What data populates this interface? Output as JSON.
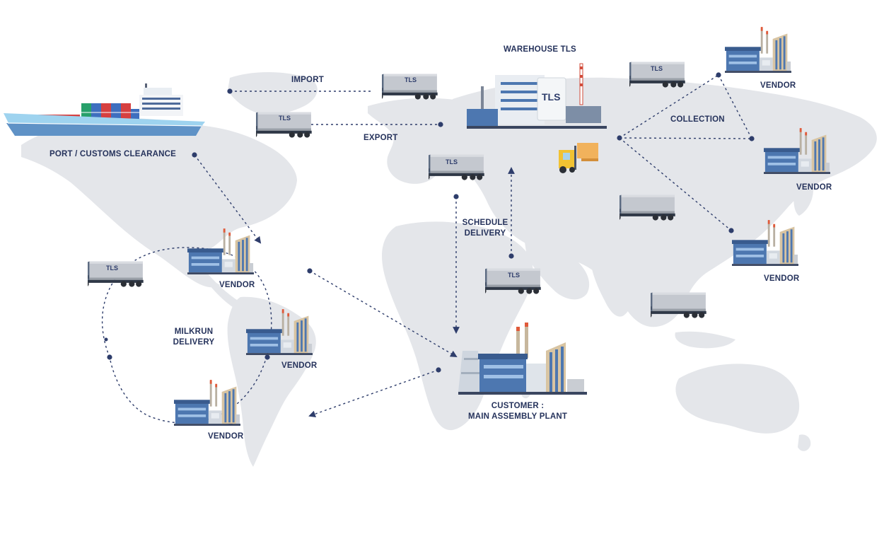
{
  "labels": {
    "port": "PORT / CUSTOMS CLEARANCE",
    "import": "IMPORT",
    "export": "EXPORT",
    "warehouse": "WAREHOUSE TLS",
    "collection": "COLLECTION",
    "schedule_line1": "SCHEDULE",
    "schedule_line2": "DELIVERY",
    "milkrun_line1": "MILKRUN",
    "milkrun_line2": "DELIVERY",
    "customer_line1": "CUSTOMER :",
    "customer_line2": "MAIN ASSEMBLY PLANT",
    "vendor": "VENDOR"
  },
  "truck_logo": "TLS",
  "icons": {
    "ship": "container-ship-icon",
    "truck": "cargo-truck-icon",
    "factory": "vendor-factory-icon",
    "warehouse": "warehouse-icon",
    "forklift": "forklift-icon",
    "plant": "assembly-plant-icon"
  },
  "colors": {
    "map": "#e4e6ea",
    "label": "#26335c",
    "line": "#2e3d6b",
    "building_blue": "#4d77b0",
    "building_light": "#cfd6df",
    "truck_grey": "#c4c8cf",
    "truck_cab": "#3d4a5f",
    "ship_hull": "#9ed3ef"
  }
}
